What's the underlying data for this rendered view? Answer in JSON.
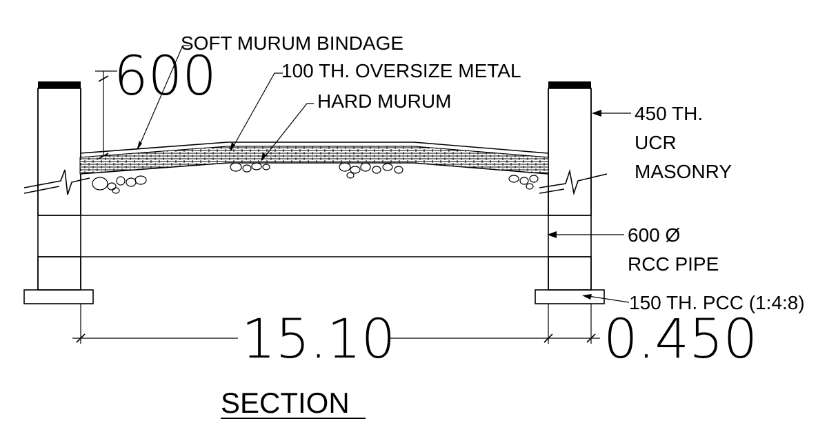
{
  "labels": {
    "soft_murum": "SOFT MURUM BINDAGE",
    "oversize_metal": "100 TH. OVERSIZE METAL",
    "hard_murum": "HARD MURUM",
    "masonry_line1": "450 TH.",
    "masonry_line2": "UCR",
    "masonry_line3": "MASONRY",
    "pipe_line1": "600 Ø",
    "pipe_line2": "RCC PIPE",
    "pcc": "150 TH. PCC (1:4:8)"
  },
  "dimensions": {
    "height": "600",
    "span": "15.10",
    "wall": "0.450"
  },
  "title": "SECTION"
}
